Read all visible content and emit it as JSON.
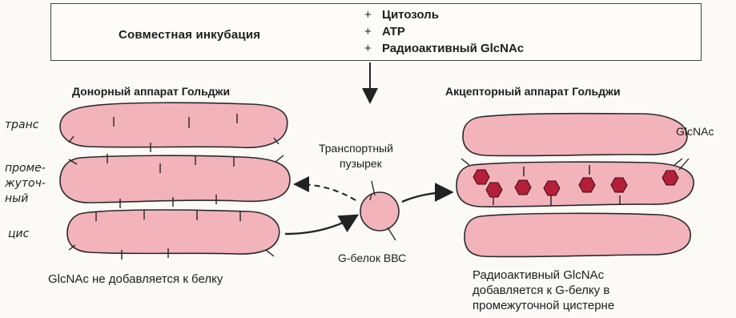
{
  "incubation": {
    "title": "Совместная инкубация",
    "ingredients": [
      "Цитозоль",
      "ATP",
      "Радиоактивный GlcNAc"
    ],
    "plus_sign": "+"
  },
  "donor": {
    "heading": "Донорный аппарат Гольджи",
    "layers": [
      "транс",
      "проме-",
      "жуточ-",
      "ный",
      "цис"
    ],
    "caption": "GlcNAc не добавляется к белку"
  },
  "vesicle": {
    "label_line1": "Транспортный",
    "label_line2": "пузырек",
    "protein_label": "G-белок ВВС"
  },
  "acceptor": {
    "heading": "Акцепторный аппарат Гольджи",
    "glcnac_label": "GlcNAc",
    "caption_lines": [
      "Радиоактивный GlcNAc",
      "добавляется к G-белку в",
      "промежуточной цистерне"
    ]
  },
  "colors": {
    "cisterna_fill": "#f3b3bb",
    "cisterna_stroke": "#2a2a2a",
    "glcnac_fill": "#b51f3a"
  }
}
